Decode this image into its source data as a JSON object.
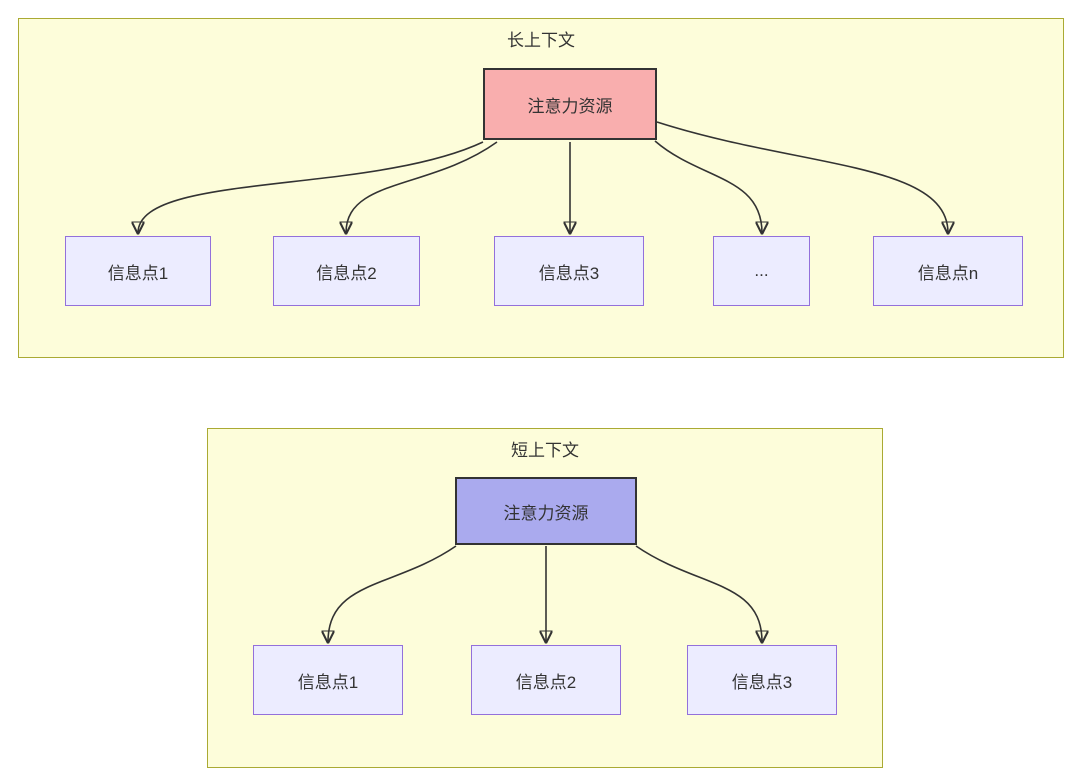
{
  "diagram": {
    "type": "flowchart",
    "long_context": {
      "title": "长上下文",
      "attention_node": "注意力资源",
      "info_nodes": [
        "信息点1",
        "信息点2",
        "信息点3",
        "...",
        "信息点n"
      ],
      "edges": [
        [
          "注意力资源",
          "信息点1"
        ],
        [
          "注意力资源",
          "信息点2"
        ],
        [
          "注意力资源",
          "信息点3"
        ],
        [
          "注意力资源",
          "..."
        ],
        [
          "注意力资源",
          "信息点n"
        ]
      ]
    },
    "short_context": {
      "title": "短上下文",
      "attention_node": "注意力资源",
      "info_nodes": [
        "信息点1",
        "信息点2",
        "信息点3"
      ],
      "edges": [
        [
          "注意力资源",
          "信息点1"
        ],
        [
          "注意力资源",
          "信息点2"
        ],
        [
          "注意力资源",
          "信息点3"
        ]
      ]
    },
    "colors": {
      "group_fill": "#fdfdda",
      "group_border": "#aaaa33",
      "attention_long_fill": "#f9aeae",
      "attention_short_fill": "#aaaaee",
      "attention_border": "#333333",
      "info_fill": "#ececff",
      "info_border": "#9370db",
      "arrow": "#333333",
      "text": "#333333"
    }
  }
}
